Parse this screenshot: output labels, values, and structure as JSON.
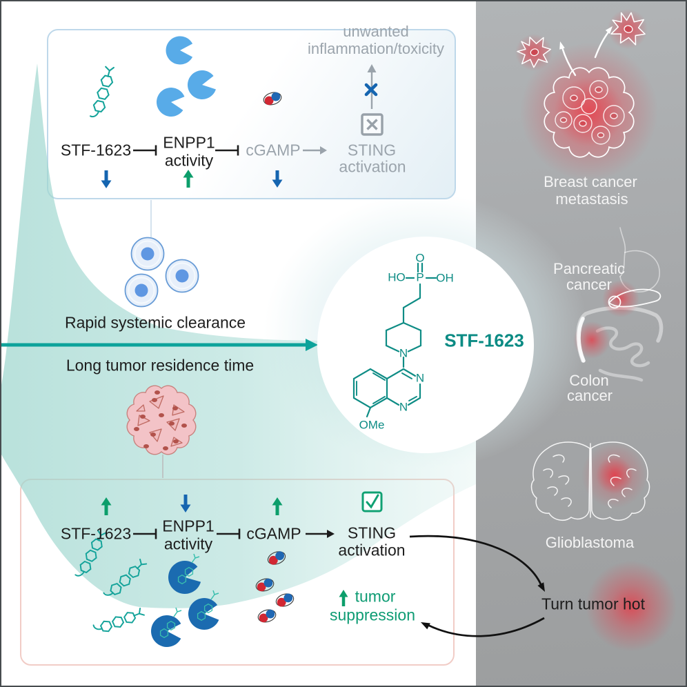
{
  "colors": {
    "teal_accent": "#0da39b",
    "arrow_blue": "#1565b0",
    "arrow_green": "#0c9e6b",
    "green_text": "#0f9c74",
    "gray_text": "#9ba4ac",
    "enzyme_blue": "#58abe8",
    "enzyme_dark_blue": "#1b6bb0",
    "cgamp_red": "#d12733",
    "cgamp_blue": "#1f67b3",
    "molecule_teal": "#0e8c85",
    "glow_red": "#e2404c"
  },
  "top_pathway": {
    "stf": "STF-1623",
    "enpp1_l1": "ENPP1",
    "enpp1_l2": "activity",
    "cgamp": "cGAMP",
    "sting_l1": "STING",
    "sting_l2": "activation",
    "unwanted_l1": "unwanted",
    "unwanted_l2": "inflammation/toxicity"
  },
  "middle": {
    "rapid": "Rapid systemic clearance",
    "long_residence": "Long tumor residence time"
  },
  "molecule": {
    "name": "STF-1623",
    "atom_o": "O",
    "atom_p": "P",
    "atom_ho": "HO",
    "atom_oh": "OH",
    "atom_n_piperidine": "N",
    "atom_n3": "N",
    "atom_n1": "N",
    "atom_ome": "OMe"
  },
  "bottom_pathway": {
    "stf": "STF-1623",
    "enpp1_l1": "ENPP1",
    "enpp1_l2": "activity",
    "cgamp": "cGAMP",
    "sting_l1": "STING",
    "sting_l2": "activation",
    "suppression_l1": "tumor",
    "suppression_l2": "suppression"
  },
  "right_panel": {
    "breast_l1": "Breast cancer",
    "breast_l2": "metastasis",
    "pancreatic_l1": "Pancreatic",
    "pancreatic_l2": "cancer",
    "colon_l1": "Colon",
    "colon_l2": "cancer",
    "glioblastoma": "Glioblastoma",
    "turn_hot": "Turn tumor hot"
  }
}
